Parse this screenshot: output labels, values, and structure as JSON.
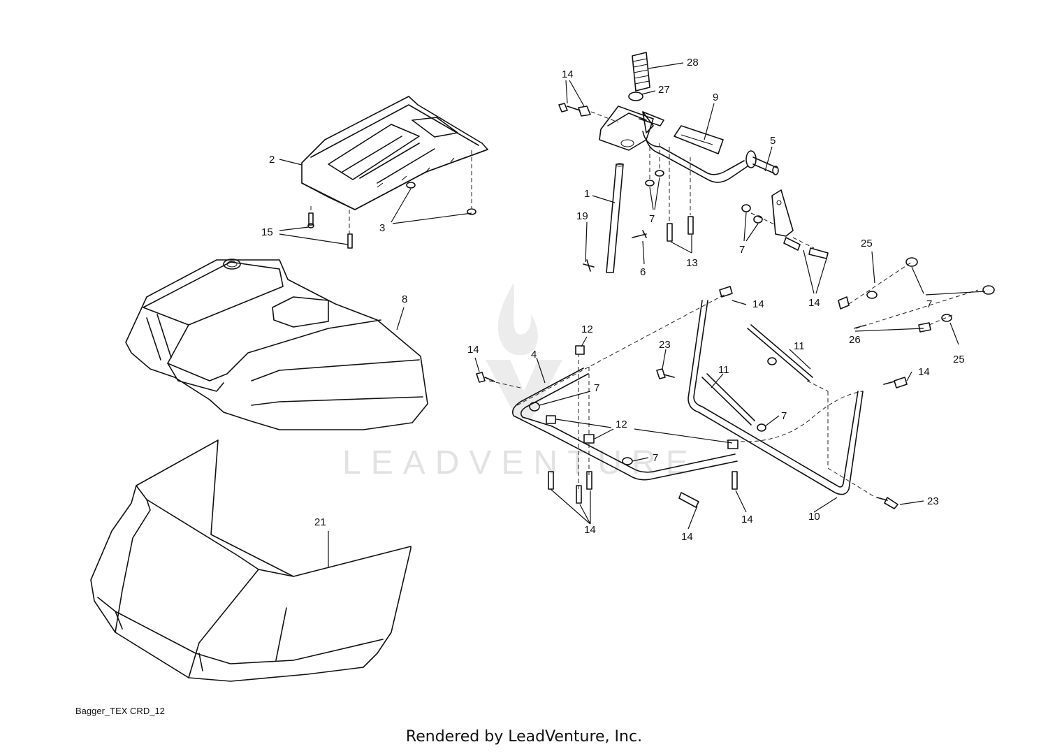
{
  "diagram": {
    "watermark": "LEADVENTURE",
    "reference_code": "Bagger_TEX CRD_12",
    "footer": "Rendered by LeadVenture, Inc.",
    "callouts": [
      {
        "id": "c28",
        "text": "28"
      },
      {
        "id": "c14a",
        "text": "14"
      },
      {
        "id": "c27",
        "text": "27"
      },
      {
        "id": "c9",
        "text": "9"
      },
      {
        "id": "c5",
        "text": "5"
      },
      {
        "id": "c2",
        "text": "2"
      },
      {
        "id": "c1",
        "text": "1"
      },
      {
        "id": "c19",
        "text": "19"
      },
      {
        "id": "c7a",
        "text": "7"
      },
      {
        "id": "c7b",
        "text": "7"
      },
      {
        "id": "c13",
        "text": "13"
      },
      {
        "id": "c6",
        "text": "6"
      },
      {
        "id": "c14b",
        "text": "14"
      },
      {
        "id": "c15",
        "text": "15"
      },
      {
        "id": "c3",
        "text": "3"
      },
      {
        "id": "c25a",
        "text": "25"
      },
      {
        "id": "c7c",
        "text": "7"
      },
      {
        "id": "c8",
        "text": "8"
      },
      {
        "id": "c14c",
        "text": "14"
      },
      {
        "id": "c11a",
        "text": "11"
      },
      {
        "id": "c12a",
        "text": "12"
      },
      {
        "id": "c23a",
        "text": "23"
      },
      {
        "id": "c26",
        "text": "26"
      },
      {
        "id": "c25b",
        "text": "25"
      },
      {
        "id": "c14d",
        "text": "14"
      },
      {
        "id": "c4",
        "text": "4"
      },
      {
        "id": "c11b",
        "text": "11"
      },
      {
        "id": "c14e",
        "text": "14"
      },
      {
        "id": "c7d",
        "text": "7"
      },
      {
        "id": "c7e",
        "text": "7"
      },
      {
        "id": "c12b",
        "text": "12"
      },
      {
        "id": "c7f",
        "text": "7"
      },
      {
        "id": "c23b",
        "text": "23"
      },
      {
        "id": "c10",
        "text": "10"
      },
      {
        "id": "c14f",
        "text": "14"
      },
      {
        "id": "c21",
        "text": "21"
      },
      {
        "id": "c14g",
        "text": "14"
      },
      {
        "id": "c14h",
        "text": "14"
      }
    ]
  }
}
